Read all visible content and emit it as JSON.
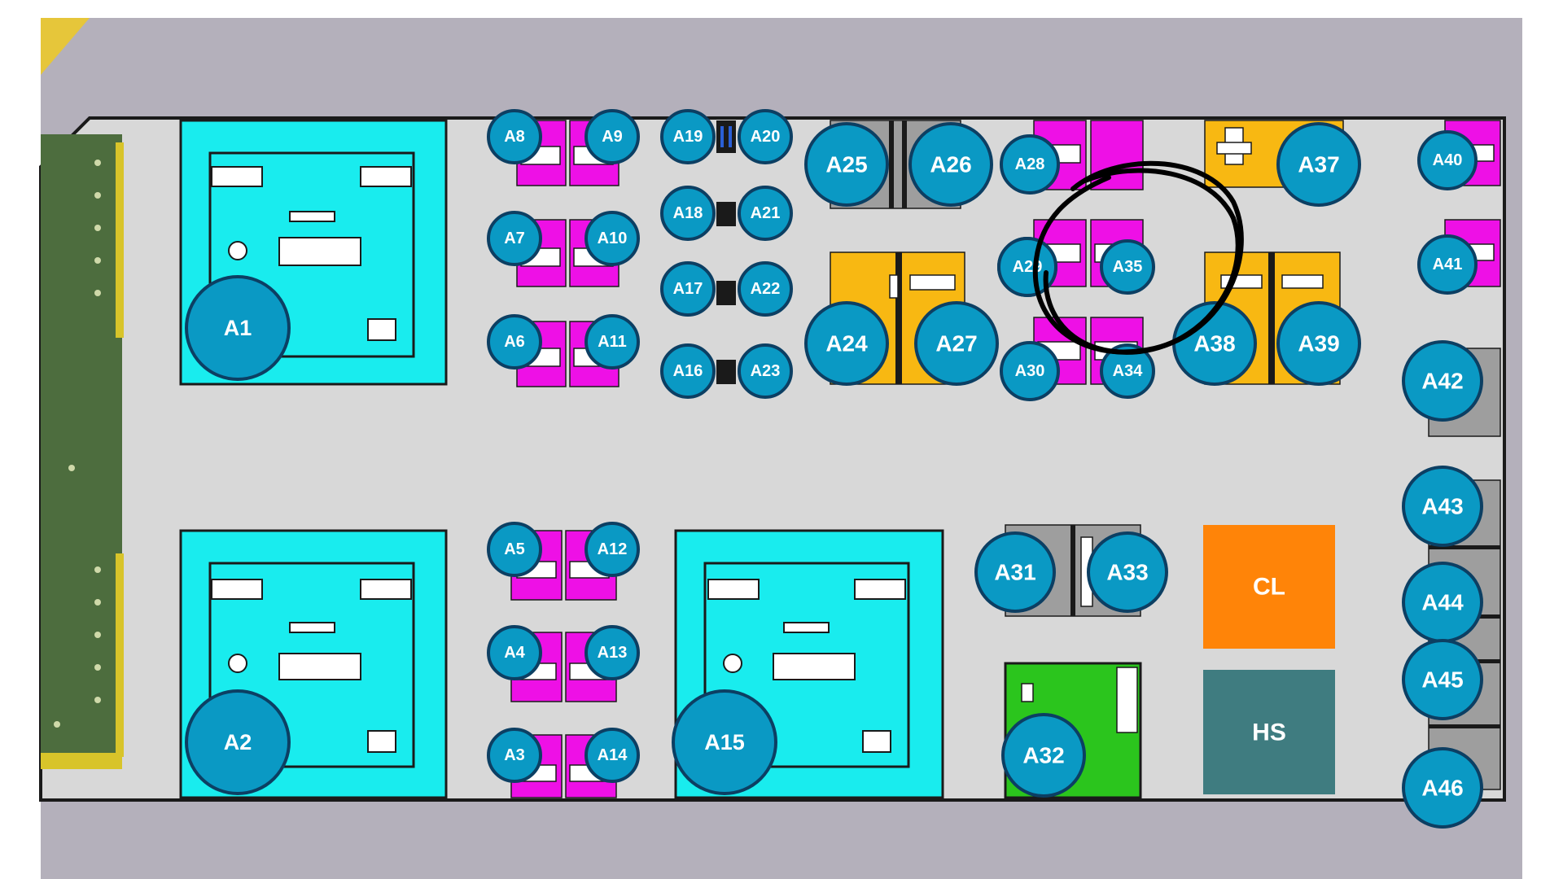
{
  "colors": {
    "background": "#ffffff",
    "outer_area": "#b4b0bb",
    "floor": "#d8d8d8",
    "wall": "#1a1a1a",
    "marker_fill": "#0a99c4",
    "marker_stroke": "#0c3f63",
    "large_room": "#19ecee",
    "station_magenta": "#ee10e6",
    "station_yellow": "#f8b812",
    "station_gray": "#9e9e9e",
    "green_room": "#2bc51d",
    "cl_room": "#ff8408",
    "hs_room": "#3f7c80",
    "left_strip": "#4d6d3e",
    "yellow_trim": "#d8c42a",
    "annotation": "#000000"
  },
  "markers": [
    "A1",
    "A2",
    "A3",
    "A4",
    "A5",
    "A6",
    "A7",
    "A8",
    "A9",
    "A10",
    "A11",
    "A12",
    "A13",
    "A14",
    "A15",
    "A16",
    "A17",
    "A18",
    "A19",
    "A20",
    "A21",
    "A22",
    "A23",
    "A24",
    "A25",
    "A26",
    "A27",
    "A28",
    "A29",
    "A30",
    "A31",
    "A32",
    "A33",
    "A34",
    "A35",
    "A37",
    "A38",
    "A39",
    "A40",
    "A41",
    "A42",
    "A43",
    "A44",
    "A45",
    "A46"
  ],
  "rooms": {
    "cl": "CL",
    "hs": "HS"
  },
  "annotation": {
    "type": "hand-drawn circle",
    "around": "A35"
  }
}
